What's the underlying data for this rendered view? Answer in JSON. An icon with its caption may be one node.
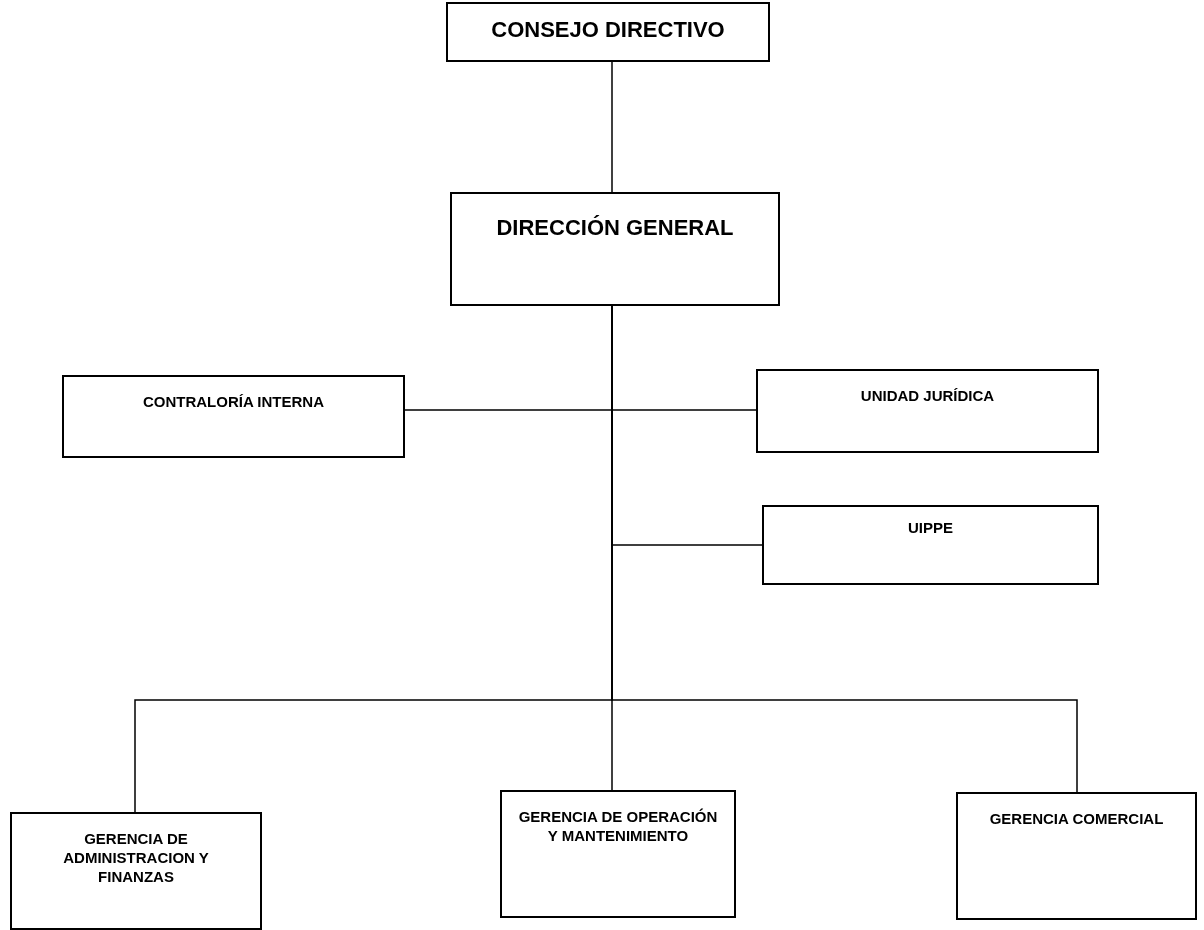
{
  "diagram": {
    "nodes": [
      {
        "text": [
          "CONSEJO DIRECTIVO"
        ]
      },
      {
        "text": [
          "DIRECCIÓN GENERAL"
        ]
      },
      {
        "text": [
          "CONTRALORÍA INTERNA"
        ]
      },
      {
        "text": [
          "UNIDAD JURÍDICA"
        ]
      },
      {
        "text": [
          "UIPPE"
        ]
      },
      {
        "text": [
          "GERENCIA DE ADMINISTRACION Y FINANZAS"
        ]
      },
      {
        "text": [
          "GERENCIA DE OPERACIÓN Y MANTENIMIENTO"
        ]
      },
      {
        "text": [
          "GERENCIA COMERCIAL"
        ]
      }
    ],
    "edges": [
      {
        "from": 0,
        "to": 1,
        "arrow": "none"
      },
      {
        "from": 1,
        "to": 2,
        "arrow": "none"
      },
      {
        "from": 1,
        "to": 3,
        "arrow": "none"
      },
      {
        "from": 1,
        "to": 4,
        "arrow": "none"
      },
      {
        "from": 1,
        "to": 5,
        "arrow": "none"
      },
      {
        "from": 1,
        "to": 6,
        "arrow": "none"
      },
      {
        "from": 1,
        "to": 7,
        "arrow": "none"
      }
    ]
  }
}
